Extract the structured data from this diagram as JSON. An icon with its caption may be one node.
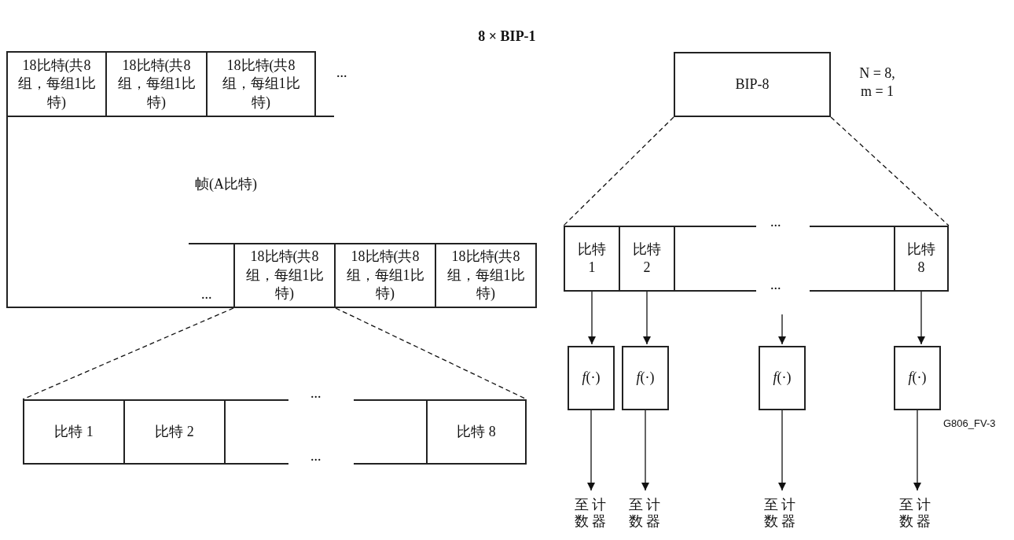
{
  "diagram": {
    "title": "8 × BIP-1",
    "nodes": [
      {
        "text": [
          "帧(A比特)"
        ]
      },
      {
        "text": [
          "18比特(共8组，每组1比特)"
        ],
        "in": 0
      },
      {
        "text": [
          "18比特(共8组，每组1比特)"
        ],
        "in": 0
      },
      {
        "text": [
          "18比特(共8组，每组1比特)"
        ],
        "in": 0
      },
      {
        "text": [
          "18比特(共8组，每组1比特)"
        ],
        "in": 0
      },
      {
        "text": [
          "18比特(共8组，每组1比特)"
        ],
        "in": 0
      },
      {
        "text": [
          "18比特(共8组，每组1比特)"
        ],
        "in": 0
      },
      {
        "text": [
          "比特 1"
        ]
      },
      {
        "text": [
          "比特 2"
        ]
      },
      {
        "text": [
          "比特 8"
        ]
      },
      {
        "text": [
          "BIP-8"
        ],
        "beside": [
          "N = 8, m = 1"
        ]
      },
      {
        "text": [
          "比特 1"
        ]
      },
      {
        "text": [
          "比特 2"
        ]
      },
      {
        "text": [
          "比特 8"
        ]
      },
      {
        "text": [
          "*f*(·)"
        ]
      },
      {
        "text": [
          "*f*(·)"
        ]
      },
      {
        "text": [
          "*f*(·)"
        ]
      },
      {
        "text": [
          "*f*(·)"
        ]
      },
      {
        "text": [
          "至计数器"
        ]
      },
      {
        "text": [
          "至计数器"
        ]
      },
      {
        "text": [
          "至计数器"
        ]
      },
      {
        "text": [
          "至计数器"
        ]
      }
    ],
    "edges": [
      {
        "from": 4,
        "to": 7,
        "arrow": "none",
        "style": "dashed"
      },
      {
        "from": 4,
        "to": 9,
        "arrow": "none",
        "style": "dashed"
      },
      {
        "from": 10,
        "to": 11,
        "arrow": "none",
        "style": "dashed"
      },
      {
        "from": 10,
        "to": 13,
        "arrow": "none",
        "style": "dashed"
      },
      {
        "from": 11,
        "to": 14,
        "arrow": "to"
      },
      {
        "from": 12,
        "to": 15,
        "arrow": "to"
      },
      {
        "from": null,
        "to": 16,
        "arrow": "to"
      },
      {
        "from": 13,
        "to": 17,
        "arrow": "to"
      },
      {
        "from": 14,
        "to": 18,
        "arrow": "to"
      },
      {
        "from": 15,
        "to": 19,
        "arrow": "to"
      },
      {
        "from": 16,
        "to": 20,
        "arrow": "to"
      },
      {
        "from": 17,
        "to": 21,
        "arrow": "to"
      }
    ],
    "labels": [
      "...",
      "...",
      "...",
      "...",
      "...",
      "...",
      "G806_FV-3"
    ]
  }
}
